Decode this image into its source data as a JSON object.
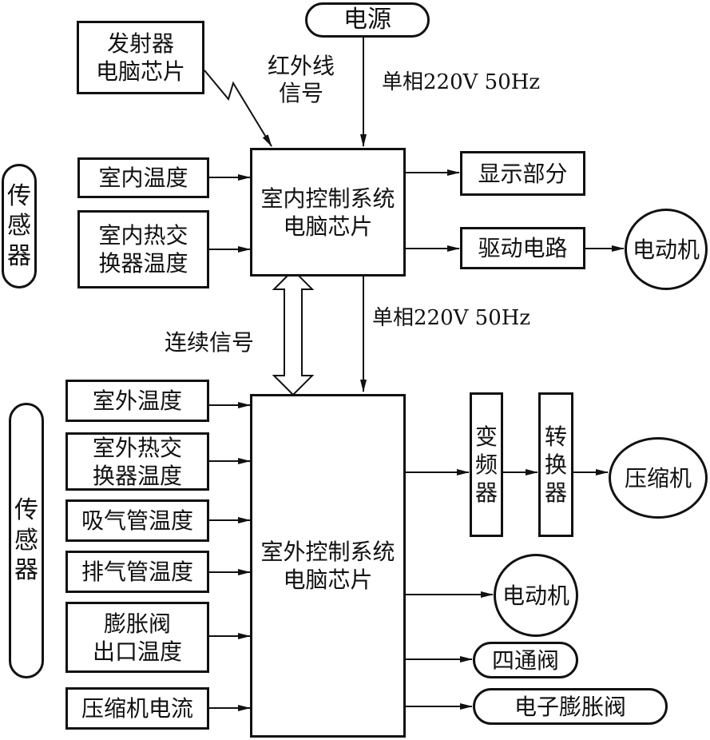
{
  "power_source": "电源",
  "transmitter": "发射器\n电脑芯片",
  "infrared_label": "红外线\n信号",
  "power_spec_top": "单相220V 50Hz",
  "power_spec_mid": "单相220V 50Hz",
  "indoor_sensor_group": "传\n感\n器",
  "outdoor_sensor_group": "传\n感\n器",
  "indoor_inputs": [
    "室内温度",
    "室内热交\n换器温度"
  ],
  "indoor_controller": "室内控制系统\n电脑芯片",
  "indoor_outputs": {
    "display": "显示部分",
    "drive_circuit": "驱动电路",
    "indoor_motor": "电动机"
  },
  "link_label": "连续信号",
  "outdoor_inputs": [
    "室外温度",
    "室外热交\n换器温度",
    "吸气管温度",
    "排气管温度",
    "膨胀阀\n出口温度",
    "压缩机电流"
  ],
  "outdoor_controller": "室外控制系统\n电脑芯片",
  "outdoor_outputs": {
    "inverter": "变\n频\n器",
    "converter": "转\n换\n器",
    "compressor": "压缩机",
    "outdoor_motor": "电动机",
    "four_way_valve": "四通阀",
    "electronic_expansion_valve": "电子膨胀阀"
  }
}
